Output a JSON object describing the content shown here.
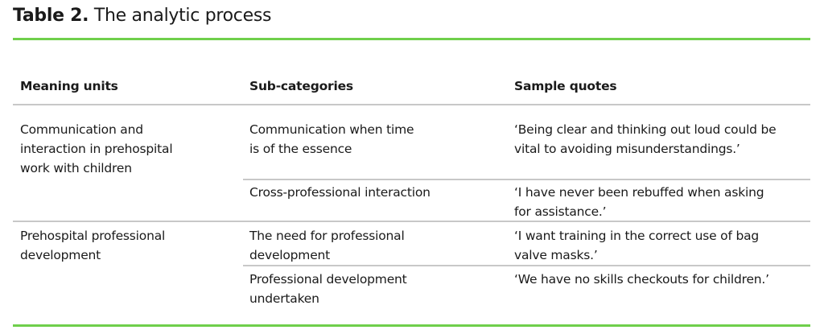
{
  "title": {
    "label": "Table 2.",
    "text": " The analytic process"
  },
  "colors": {
    "accent_rule": "#6fcf4b",
    "row_rule": "#c8c8c8",
    "text": "#1a1a1a"
  },
  "table": {
    "headers": [
      "Meaning units",
      "Sub-categories",
      "Sample quotes"
    ],
    "groups": [
      {
        "meaning_unit": "Communication and interaction in prehospital work with children",
        "meaning_unit_lines": [
          "Communication and",
          "interaction in prehospital",
          "work with children"
        ],
        "rows": [
          {
            "sub_category": "Communication when time is of the essence",
            "sub_category_lines": [
              "Communication when time",
              "is of the essence"
            ],
            "quote": "‘Being clear and thinking out loud could be vital to avoiding misunderstandings.’",
            "quote_lines": [
              "‘Being clear and thinking out loud could be",
              "vital to avoiding misunderstandings.’"
            ]
          },
          {
            "sub_category": "Cross-professional interaction",
            "sub_category_lines": [
              "Cross-professional interaction"
            ],
            "quote": "‘I have never been rebuffed when asking for assistance.’",
            "quote_lines": [
              "‘I have never been rebuffed when asking",
              "for assistance.’"
            ]
          }
        ]
      },
      {
        "meaning_unit": "Prehospital professional development",
        "meaning_unit_lines": [
          "Prehospital professional",
          "development"
        ],
        "rows": [
          {
            "sub_category": "The need for professional development",
            "sub_category_lines": [
              "The need for professional",
              "development"
            ],
            "quote": "‘I want training in the correct use of bag valve masks.’",
            "quote_lines": [
              "‘I want training in the correct use of bag",
              "valve masks.’"
            ]
          },
          {
            "sub_category": "Professional development undertaken",
            "sub_category_lines": [
              "Professional development",
              "undertaken"
            ],
            "quote": "‘We have no skills checkouts for children.’",
            "quote_lines": [
              "‘We have no skills checkouts for children.’"
            ]
          }
        ]
      }
    ]
  }
}
